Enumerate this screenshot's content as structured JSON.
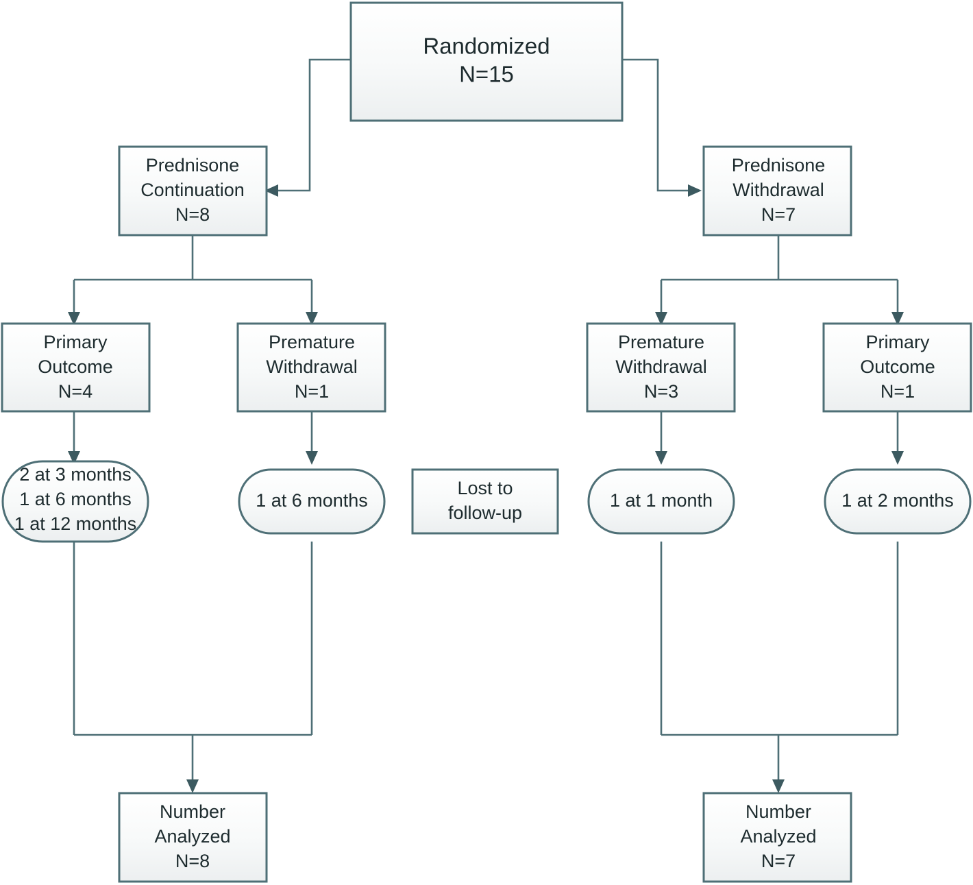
{
  "diagram": {
    "title": "CONSORT participant flow diagram",
    "colors": {
      "border": "#4e6f76",
      "fill_top": "#ffffff",
      "fill_bottom": "#eceff0",
      "text": "#1d2b2e",
      "arrow": "#3c5a60",
      "background": "#ffffff"
    },
    "nodes": {
      "randomized": {
        "shape": "rectangle",
        "lines": [
          "Randomized",
          "N=15"
        ],
        "line1": "Randomized",
        "line2": "N=15"
      },
      "prednisone_continuation": {
        "shape": "rectangle",
        "line1": "Prednisone",
        "line2": "Continuation",
        "line3": "N=8"
      },
      "prednisone_withdrawal": {
        "shape": "rectangle",
        "line1": "Prednisone",
        "line2": "Withdrawal",
        "line3": "N=7"
      },
      "left_primary_outcome": {
        "shape": "rectangle",
        "line1": "Primary",
        "line2": "Outcome",
        "line3": "N=4"
      },
      "left_premature_withdrawal": {
        "shape": "rectangle",
        "line1": "Premature",
        "line2": "Withdrawal",
        "line3": "N=1"
      },
      "right_premature_withdrawal": {
        "shape": "rectangle",
        "line1": "Premature",
        "line2": "Withdrawal",
        "line3": "N=3"
      },
      "right_primary_outcome": {
        "shape": "rectangle",
        "line1": "Primary",
        "line2": "Outcome",
        "line3": "N=1"
      },
      "left_outcome_timing": {
        "shape": "rounded",
        "line1": "2 at 3 months",
        "line2": "1 at 6 months",
        "line3": "1 at 12 months"
      },
      "left_withdrawal_timing": {
        "shape": "rounded",
        "line1": "1 at 6 months"
      },
      "lost_to_followup": {
        "shape": "rectangle",
        "line1": "Lost to",
        "line2": "follow-up"
      },
      "right_withdrawal_timing": {
        "shape": "rounded",
        "line1": "1 at 1 month"
      },
      "right_outcome_timing": {
        "shape": "rounded",
        "line1": "1 at 2 months"
      },
      "left_number_analyzed": {
        "shape": "rectangle",
        "line1": "Number",
        "line2": "Analyzed",
        "line3": "N=8"
      },
      "right_number_analyzed": {
        "shape": "rectangle",
        "line1": "Number",
        "line2": "Analyzed",
        "line3": "N=7"
      }
    }
  }
}
